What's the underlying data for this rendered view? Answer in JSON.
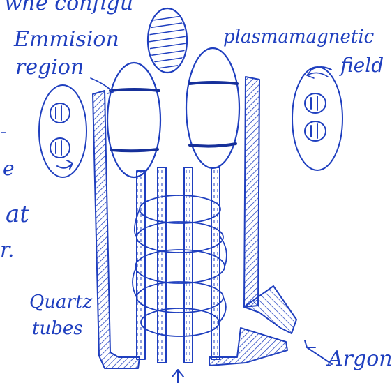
{
  "labels": {
    "top_fragment": "whe configu",
    "emission": "Emmision",
    "region": "region",
    "plasma_field": "plasmamagnetic",
    "field": "field",
    "left_e": "e",
    "left_at": "at",
    "left_r": "r.",
    "quartz": "Quartz",
    "tubes": "tubes",
    "argon": "Argon"
  },
  "colors": {
    "ink": "#1f3fbf",
    "ink_dark": "#16309a",
    "paper": "#ffffff"
  },
  "icons": [
    "arrow-icon",
    "coil-cross-section-icon"
  ]
}
